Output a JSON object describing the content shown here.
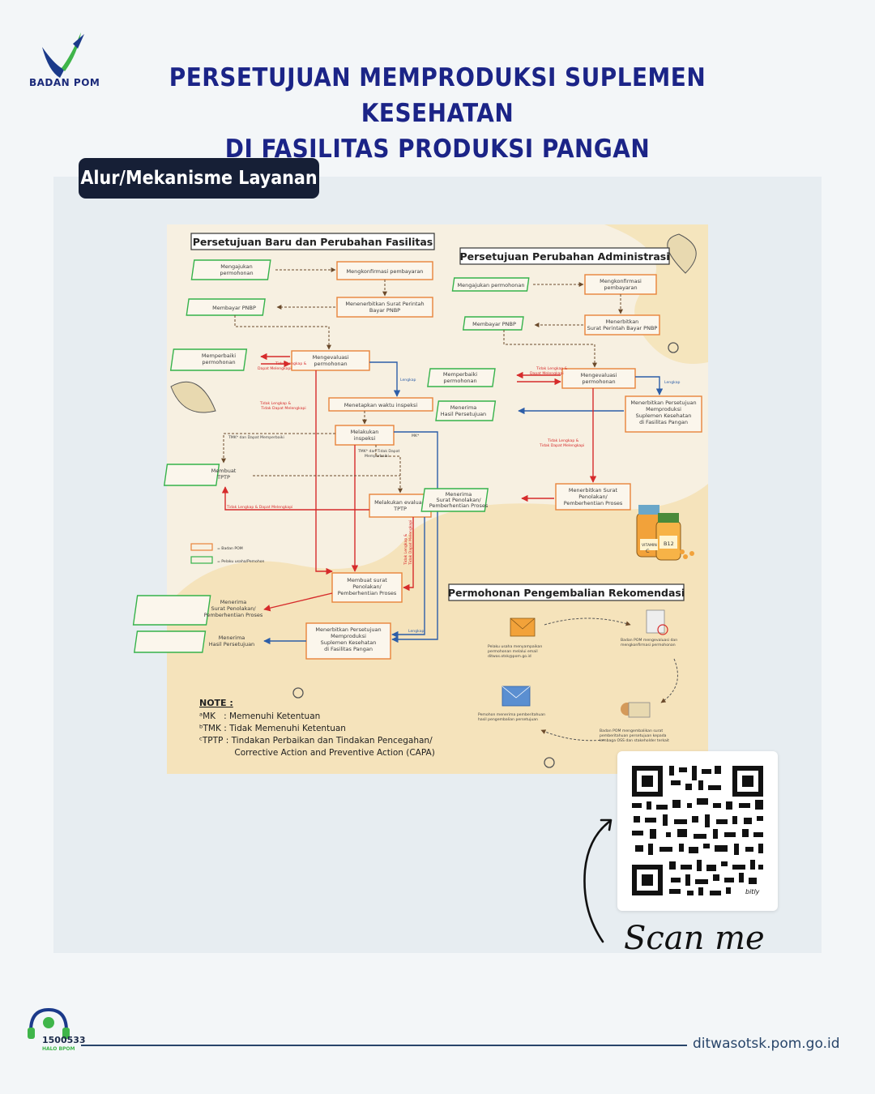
{
  "brand": {
    "logo_text": "BADAN POM",
    "accent": "#1b2487",
    "dark": "#161f36"
  },
  "title": {
    "line1": "PERSETUJUAN MEMPRODUKSI SUPLEMEN KESEHATAN",
    "line2": "DI FASILITAS PRODUKSI PANGAN"
  },
  "section_label": "Alur/Mekanisme Layanan",
  "diagram": {
    "left_title": "Persetujuan Baru dan Perubahan Fasilitas",
    "right_title": "Persetujuan Perubahan Administrasi",
    "bottom_title": "Permohonan Pengembalian Rekomendasi",
    "left_steps": {
      "s1": [
        "Mengajukan",
        "permohonan"
      ],
      "s2": "Mengkonfirmasi pembayaran",
      "s3": [
        "Menenerbitkan Surat Perintah",
        "Bayar PNBP"
      ],
      "s4": "Membayar PNBP",
      "s5": [
        "Memperbaiki",
        "permohonan"
      ],
      "s6": [
        "Mengevaluasi",
        "permohonan"
      ],
      "s7": "Menetapkan waktu inspeksi",
      "s8": [
        "Melakukan",
        "inspeksi"
      ],
      "s9": [
        "Membuat",
        "TPTP"
      ],
      "s10": [
        "Melakukan evaluasi",
        "TPTP"
      ],
      "s11": [
        "Membuat surat",
        "Penolakan/",
        "Pemberhentian Proses"
      ],
      "s12": [
        "Menerima",
        "Surat Penolakan/",
        "Pemberhentian Proses"
      ],
      "s13": [
        "Menerima",
        "Hasil Persetujuan"
      ],
      "s14": [
        "Menerbitkan Persetujuan",
        "Memproduksi",
        "Suplemen Kesehatan",
        "di Fasilitas Pangan"
      ]
    },
    "left_edge_labels": {
      "tmk1": [
        "Tidak Lengkap &",
        "Dapat Melengkapi"
      ],
      "tmk2": [
        "Tidak Lengkap &",
        "Tidak Dapat Melengkapi"
      ],
      "lengkap1": "Lengkap",
      "tmk_dapat": "TMK* dan Dapat Memperbaiki",
      "tmk_tidak": [
        "TMK* dan Tidak Dapat",
        "Memperbaiki"
      ],
      "mk": "MK*",
      "tptp_dapat": "Tidak Lengkap & Dapat Melengkapi",
      "tptp_tidak": [
        "Tidak Lengkap &",
        "Tidak Dapat Melengkapi"
      ],
      "lengkap2": "Lengkap"
    },
    "legend": {
      "badan": "= Badan POM",
      "pelaku": "= Pelaku usaha/Pemohon"
    },
    "right_steps": {
      "r1": "Mengajukan permohonan",
      "r2": [
        "Mengkonfirmasi",
        "pembayaran"
      ],
      "r3": "Membayar PNBP",
      "r4": [
        "Menerbitkan",
        "Surat Perintah Bayar PNBP"
      ],
      "r5": [
        "Memperbaiki",
        "permohonan"
      ],
      "r6": [
        "Mengevaluasi",
        "permohonan"
      ],
      "r7": [
        "Menerima",
        "Hasil Persetujuan"
      ],
      "r8": [
        "Menerbitkan Persetujuan",
        "Memproduksi",
        "Suplemen Kesehatan",
        "di Fasilitas Pangan"
      ],
      "r9": [
        "Menerima",
        "Surat Penolakan/",
        "Pemberhentian Proses"
      ],
      "r10": [
        "Menerbitkan Surat",
        "Penolakan/",
        "Pemberhentian Proses"
      ]
    },
    "right_edge_labels": {
      "tmk1": [
        "Tidak Lengkap &",
        "Dapat Melengkapi"
      ],
      "lengkap": "Lengkap",
      "tmk2": [
        "Tidak Lengkap &",
        "Tidak Dapat Melengkapi"
      ]
    },
    "bottom_steps": {
      "b1": [
        "Pelaku usaha menyampaikan",
        "permohonan melalui email",
        "ditwas.otsk@pom.go.id"
      ],
      "b2": [
        "Badan POM mengevaluasi dan",
        "mengkonfirmasi permohonan"
      ],
      "b3": [
        "Pemohon menerima pemberitahuan",
        "hasil pengembalian persetujuan"
      ],
      "b4": [
        "Badan POM mengembalikan surat",
        "pemberitahuan persetujuan kepada",
        "lembaga OSS dan stakeholder terkait"
      ]
    },
    "vitamin_labels": [
      "VITAMIN",
      "C",
      "B12"
    ],
    "note": {
      "heading": "NOTE :",
      "lines": [
        "ᵃMK   : Memenuhi Ketentuan",
        "ᵇTMK : Tidak Memenuhi Ketentuan",
        "ᶜTPTP : Tindakan Perbaikan dan Tindakan Pencegahan/",
        "             Corrective Action and Preventive Action (CAPA)"
      ]
    },
    "colors": {
      "badan_pom_border": "#e8833a",
      "pelaku_border": "#35b24a",
      "tidak_lengkap_arrow": "#d62b2b",
      "lengkap_arrow": "#2d5ea8",
      "dashed_arrow": "#6b4a2b"
    }
  },
  "qr": {
    "badge": "bitly"
  },
  "scan_label": "Scan me",
  "footer": {
    "hotline_number": "1500533",
    "hotline_sub": "HALO BPOM",
    "url": "ditwasotsk.pom.go.id"
  }
}
